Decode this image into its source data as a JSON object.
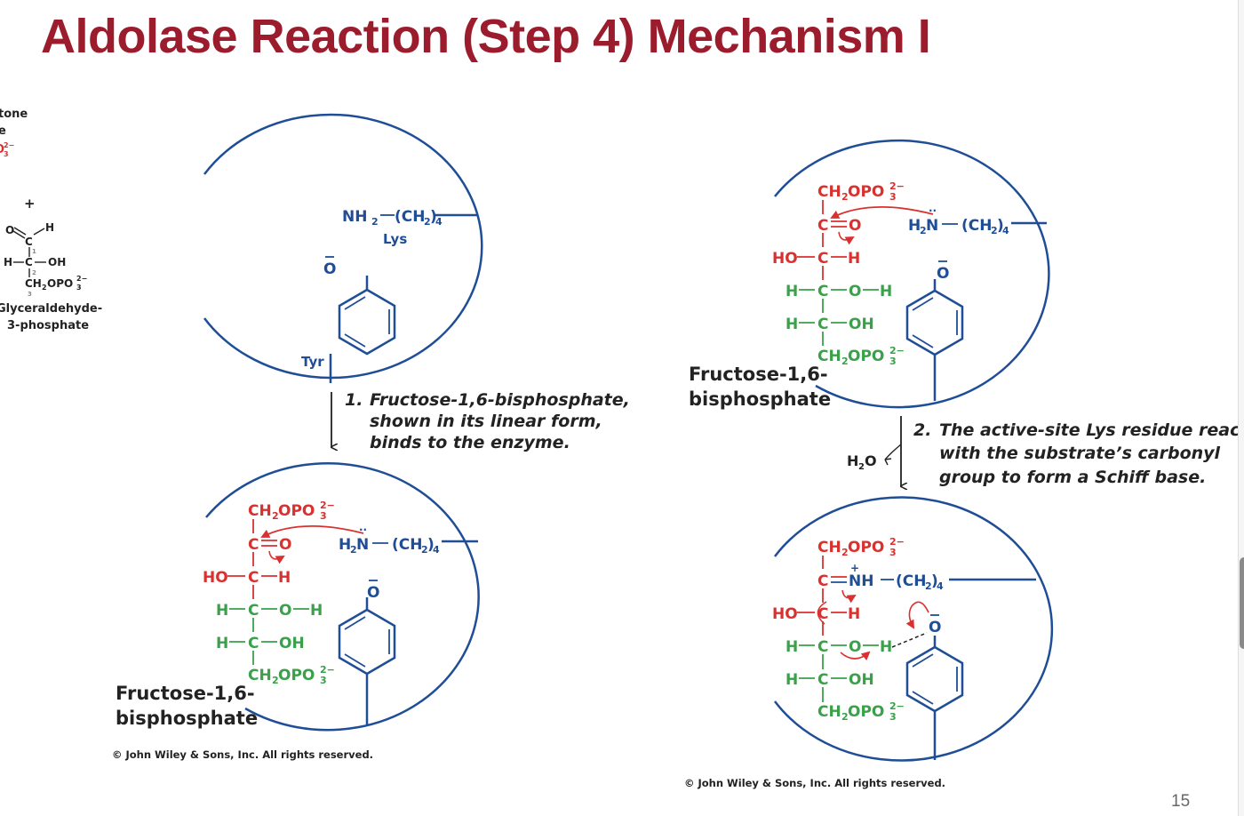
{
  "slide": {
    "title": "Aldolase Reaction (Step 4) Mechanism I",
    "page_number": "15",
    "copyright_left": "© John Wiley & Sons, Inc. All rights reserved.",
    "copyright_right": "© John Wiley & Sons, Inc. All rights reserved."
  },
  "left_fragment": {
    "dhap_line1": "tone",
    "dhap_line2": "e",
    "dhap_phos": "O",
    "dhap_phos_sup": "2−",
    "dhap_phos_sub": "3",
    "plus": "+",
    "g3p": {
      "o": "O",
      "c1": "C",
      "h": "H",
      "h_left": "H",
      "c2": "C",
      "oh": "OH",
      "ch2": "CH",
      "sub2": "2",
      "opo": "OPO",
      "sub3": "3",
      "sup": "2−",
      "num1": "1",
      "num2": "2",
      "num3": "3",
      "name_line1": "Glyceraldehyde-",
      "name_line2": "3-phosphate"
    }
  },
  "panel1": {
    "lys_group": "NH",
    "lys_sub": "2",
    "lys_chain": "(CH",
    "lys_chain_sub": "2",
    "lys_chain_end": ")",
    "lys_chain_n": "4",
    "lys_label": "Lys",
    "tyr_o": "O",
    "tyr_charge": "−",
    "tyr_label": "Tyr"
  },
  "step1": {
    "number": "1.",
    "line1": "Fructose-1,6-bisphosphate,",
    "line2": "shown in its linear form,",
    "line3": "binds to the enzyme."
  },
  "step2": {
    "number": "2.",
    "line1": "The active-site Lys residue reacts",
    "line2": "with the substrate’s carbonyl",
    "line3": "group to form a Schiff base.",
    "water": "H",
    "water_sub": "2",
    "water_o": "O"
  },
  "fbp": {
    "top_ch2": "CH",
    "top_sub2": "2",
    "top_opo": "OPO",
    "top_sub3": "3",
    "top_sup": "2−",
    "c_eq_o": "C",
    "o": "O",
    "ho": "HO",
    "c3": "C",
    "h3": "H",
    "h4": "H",
    "c4": "C",
    "o4": "O",
    "h4r": "H",
    "h5": "H",
    "c5": "C",
    "oh5": "OH",
    "bot_ch2": "CH",
    "bot_sub2": "2",
    "bot_opo": "OPO",
    "bot_sub3": "3",
    "bot_sup": "2−",
    "name_line1": "Fructose-1,6-",
    "name_line2": "bisphosphate",
    "amine_h": "H",
    "amine_sub": "2",
    "amine_n": "N",
    "amine_chain": "(CH",
    "amine_chain_sub": "2",
    "amine_chain_end": ")",
    "amine_chain_n": "4"
  },
  "schiff": {
    "imine_n": "NH",
    "imine_charge": "+",
    "chain": "(CH",
    "chain_sub": "2",
    "chain_end": ")",
    "chain_n": "4"
  },
  "colors": {
    "title": "#9b1c2c",
    "enzyme": "#1f4e96",
    "dhap_part": "#d8312f",
    "g3p_part": "#3aa04a"
  }
}
